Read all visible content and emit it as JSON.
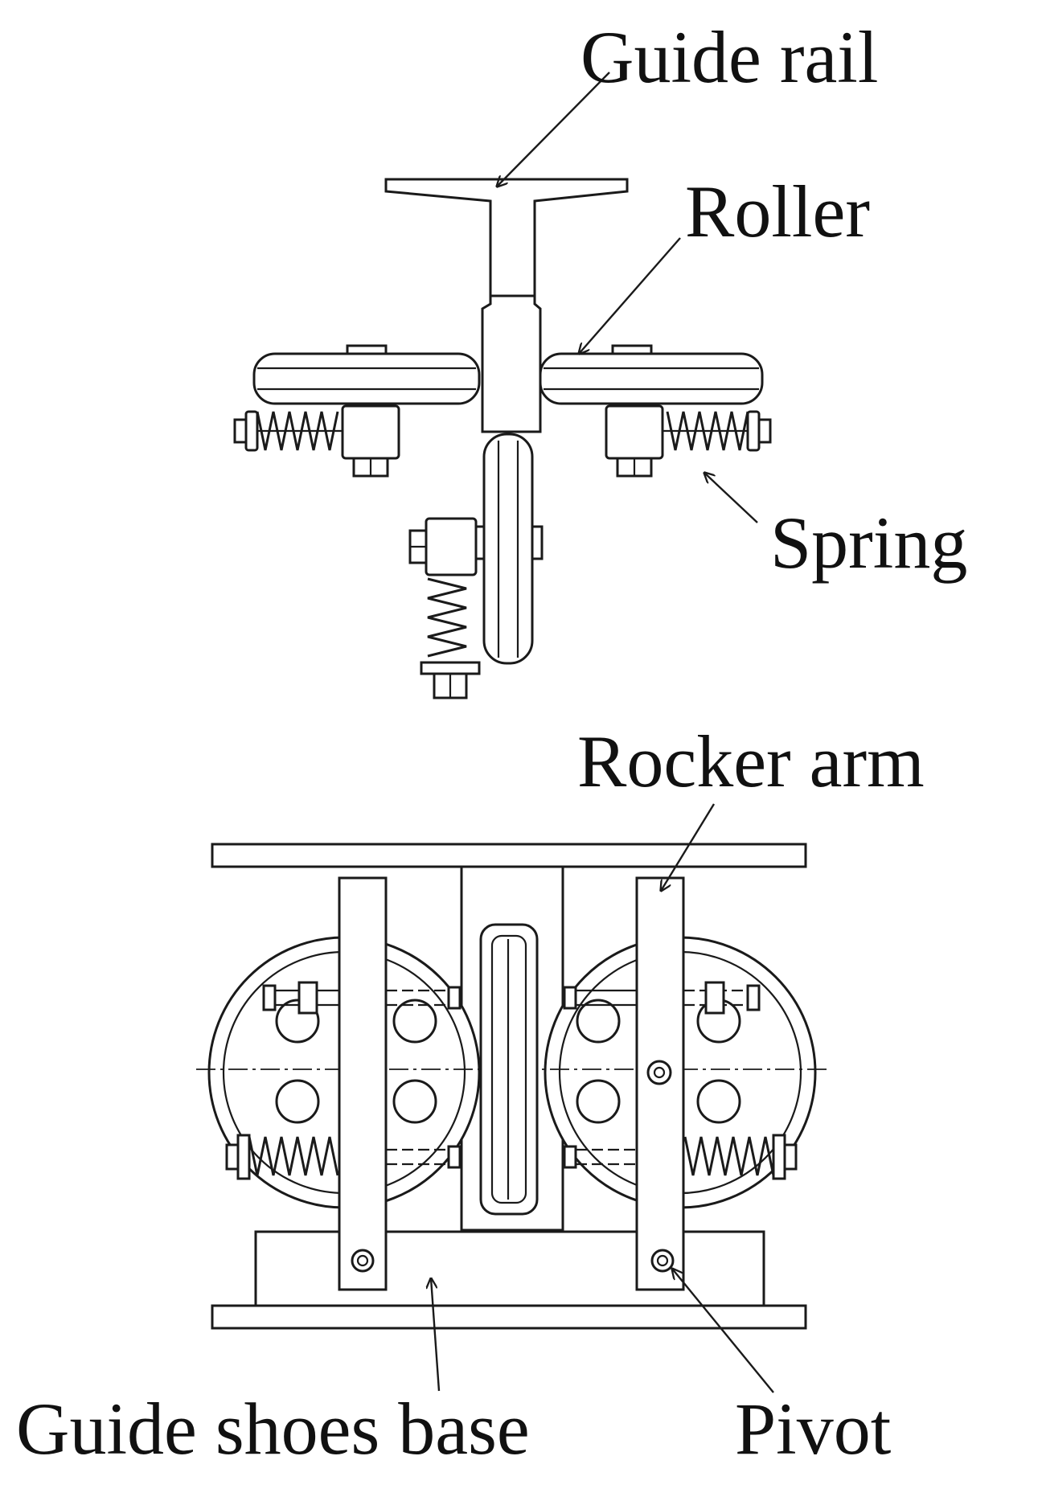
{
  "labels": {
    "guide_rail": "Guide rail",
    "roller": "Roller",
    "spring": "Spring",
    "rocker_arm": "Rocker arm",
    "guide_shoes_base": "Guide shoes base",
    "pivot": "Pivot"
  },
  "colors": {
    "line": "#1a1a1a",
    "text": "#111111",
    "background": "#ffffff"
  }
}
